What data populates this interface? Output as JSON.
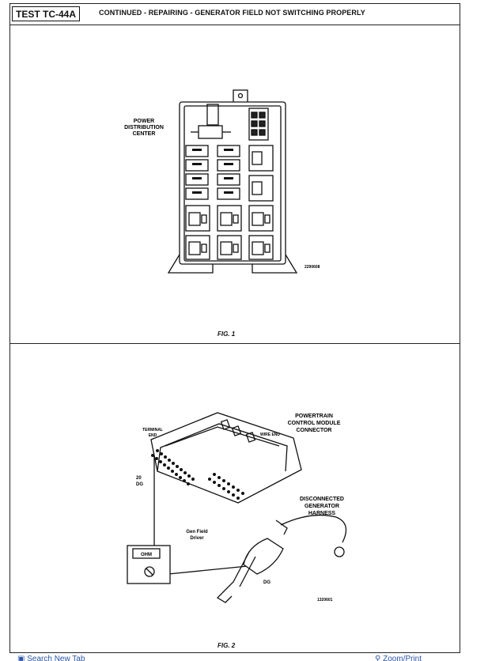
{
  "header": {
    "test_id": "TEST TC-44A",
    "title": "CONTINUED - REPAIRING - GENERATOR FIELD NOT SWITCHING PROPERLY"
  },
  "figure1": {
    "caption": "FIG. 1",
    "label_power_distribution": [
      "POWER",
      "DISTRIBUTION",
      "CENTER"
    ],
    "image_code": "2290608"
  },
  "figure2": {
    "caption": "FIG. 2",
    "label_pcm_connector": [
      "POWERTRAIN",
      "CONTROL MODULE",
      "CONNECTOR"
    ],
    "label_terminal_end": [
      "TERMINAL",
      "END"
    ],
    "label_wire_end": "WIRE END",
    "label_wire_id": [
      "20",
      "DG"
    ],
    "label_disconnected": [
      "DISCONNECTED",
      "GENERATOR",
      "HARNESS"
    ],
    "label_gen_field": [
      "Gen Field",
      "Driver"
    ],
    "label_dg": "DG",
    "meter_label": "OHM",
    "image_code": "1320601"
  },
  "footer": {
    "left_link": "Search New Tab",
    "right_link": "Zoom/Print"
  }
}
